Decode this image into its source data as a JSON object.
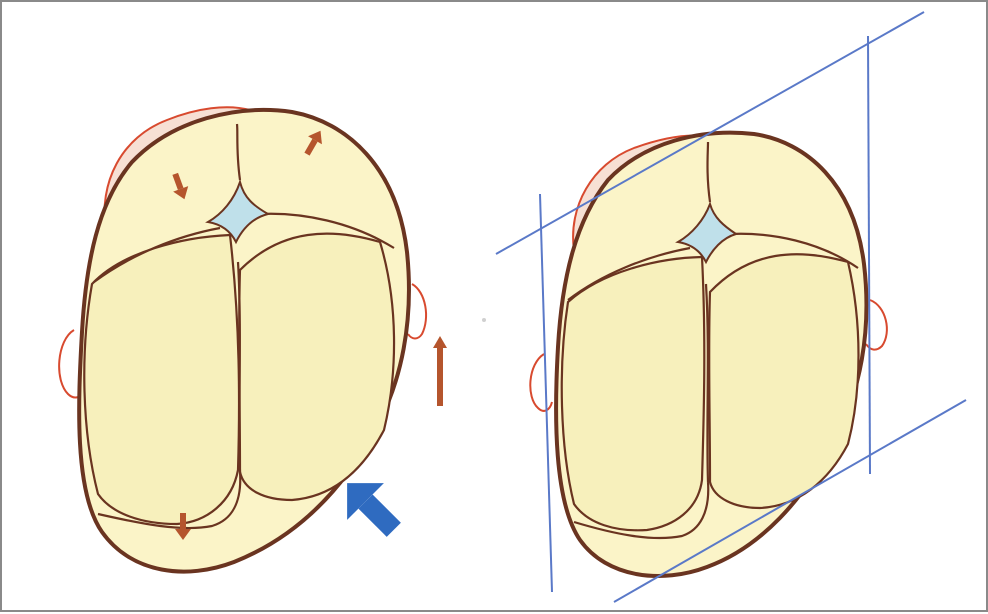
{
  "figure": {
    "panels": [
      {
        "view": "skull-top-view",
        "annotations": {
          "small_arrows": 4,
          "large_arrow": 1,
          "small_arrow_color": "#b5552d",
          "large_arrow_color": "#2f6bc0"
        }
      },
      {
        "view": "skull-top-view-with-parallelogram",
        "annotations": {
          "guide_lines": 4,
          "guide_line_color": "#5a79c8"
        }
      }
    ],
    "colors": {
      "bone_fill": "#fbf4c8",
      "bone_shadow": "#f3ecb0",
      "fontanelle": "#bfe0ea",
      "outline": "#6a3420",
      "ear_outline": "#d84a2f",
      "frame_border": "#8a8a8a"
    }
  }
}
